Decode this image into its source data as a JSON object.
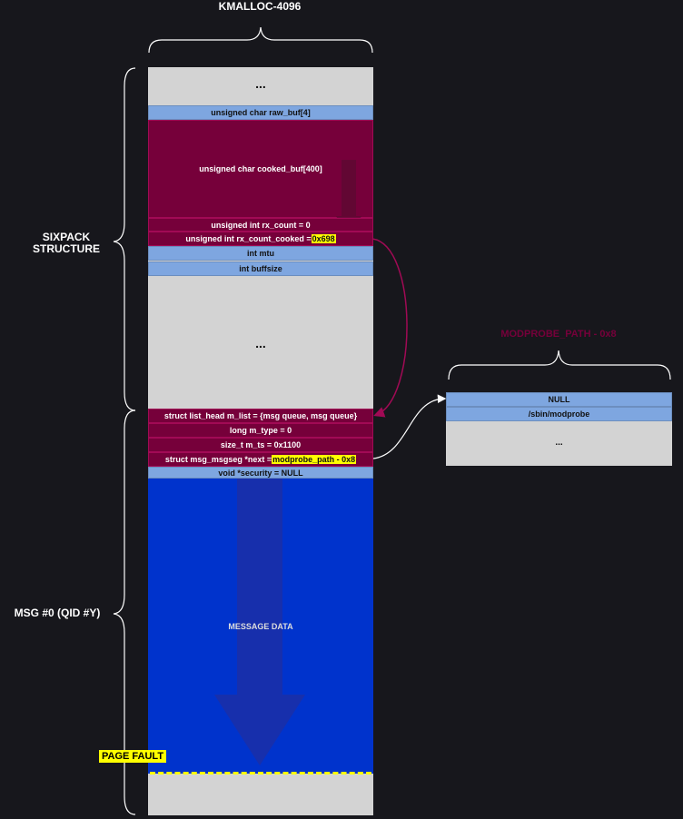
{
  "top_label": "KMALLOC-4096",
  "sixpack_label": "SIXPACK\nSTRUCTURE",
  "msg_label": "MSG #0 (QID #Y)",
  "top_ellipsis": "...",
  "mid_ellipsis": "...",
  "fields": {
    "raw_buf": "unsigned char raw_buf[4]",
    "cooked_buf": "unsigned char cooked_buf[400]",
    "rx_count": "unsigned int rx_count = 0",
    "rx_count_cooked_prefix": "unsigned int rx_count_cooked = ",
    "rx_count_cooked_value": "0x698",
    "mtu": "int mtu",
    "buffsize": "int buffsize",
    "m_list": "struct list_head m_list = {msg queue, msg queue}",
    "m_type": "long m_type = 0",
    "m_ts": "size_t m_ts = 0x1100",
    "next_prefix": "struct msg_msgseg *next = ",
    "next_value": "modprobe_path - 0x8",
    "security": "void *security = NULL"
  },
  "message_data": "MESSAGE DATA",
  "page_fault": "PAGE FAULT",
  "modprobe": {
    "title": "MODPROBE_PATH - 0x8",
    "null_field": "NULL",
    "path_field": "/sbin/modprobe",
    "ellipsis": "..."
  },
  "colors": {
    "background": "#17171c",
    "field_blue": "#7ea6e0",
    "struct_maroon": "#76003a",
    "slab_grey": "#d3d3d3",
    "message_blue": "#0033cc",
    "highlight": "#ffff00"
  }
}
